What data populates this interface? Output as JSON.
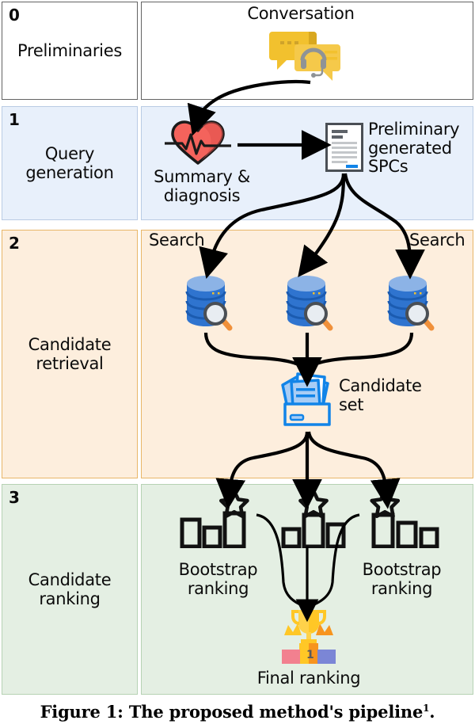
{
  "figure": {
    "caption_text": "Figure 1: The proposed method's pipeline",
    "caption_footnote": "1",
    "caption_suffix": "."
  },
  "stages": [
    {
      "number": "0",
      "label": "Preliminaries",
      "background": "#ffffff",
      "border": "#636363",
      "content_labels": [
        "Conversation"
      ],
      "icons": [
        "conversation-bubbles-icon"
      ]
    },
    {
      "number": "1",
      "label": "Query\ngeneration",
      "background": "#e8f0fb",
      "border": "#b9cbe4",
      "content_labels": [
        "Summary &\ndiagnosis",
        "Preliminary\ngenerated\nSPCs"
      ],
      "icons": [
        "heart-pulse-icon",
        "document-icon"
      ]
    },
    {
      "number": "2",
      "label": "Candidate\nretrieval",
      "background": "#fdeedd",
      "border": "#e8b668",
      "content_labels": [
        "Search",
        "Search",
        "Candidate\nset"
      ],
      "icons": [
        "database-search-icon",
        "database-search-icon",
        "database-search-icon",
        "folder-documents-icon"
      ]
    },
    {
      "number": "3",
      "label": "Candidate\nranking",
      "background": "#e4efe3",
      "border": "#b6d2b4",
      "content_labels": [
        "Bootstrap\nranking",
        "Bootstrap\nranking",
        "Final ranking"
      ],
      "icons": [
        "star-icon",
        "star-icon",
        "star-icon",
        "trophy-podium-icon"
      ]
    }
  ],
  "labels": {
    "conversation": "Conversation",
    "summary_diagnosis": "Summary &\ndiagnosis",
    "preliminary_spcs": "Preliminary\ngenerated\nSPCs",
    "search_left": "Search",
    "search_right": "Search",
    "candidate_set": "Candidate\nset",
    "bootstrap_left": "Bootstrap\nranking",
    "bootstrap_right": "Bootstrap\nranking",
    "final_ranking": "Final ranking"
  },
  "stage_numbers": {
    "s0": "0",
    "s1": "1",
    "s2": "2",
    "s3": "3"
  },
  "stage_labels": {
    "s0": "Preliminaries",
    "s1": "Query\ngeneration",
    "s2": "Candidate\nretrieval",
    "s3": "Candidate\nranking"
  },
  "ranking_groups": [
    {
      "name": "group-left",
      "bars": [
        46,
        34,
        58
      ],
      "star_over_index": 2
    },
    {
      "name": "group-center",
      "bars": [
        32,
        54,
        42
      ],
      "star_over_index": 1
    },
    {
      "name": "group-right",
      "bars": [
        54,
        44,
        34
      ],
      "star_over_index": 0
    }
  ],
  "podium": {
    "rank_text": "1",
    "left_color": "#f2808f",
    "center_color": "#f7941e",
    "right_color": "#7b86d6",
    "trophy_color": "#ffc726"
  },
  "colors": {
    "arrow": "#000000",
    "heart": "#f4635c",
    "document_accent": "#1184e8",
    "database_blue": "#2f74cf",
    "folder_blue": "#1184e8",
    "conversation_yellow": "#f2c12e",
    "magnifier_handle": "#f0903a"
  }
}
